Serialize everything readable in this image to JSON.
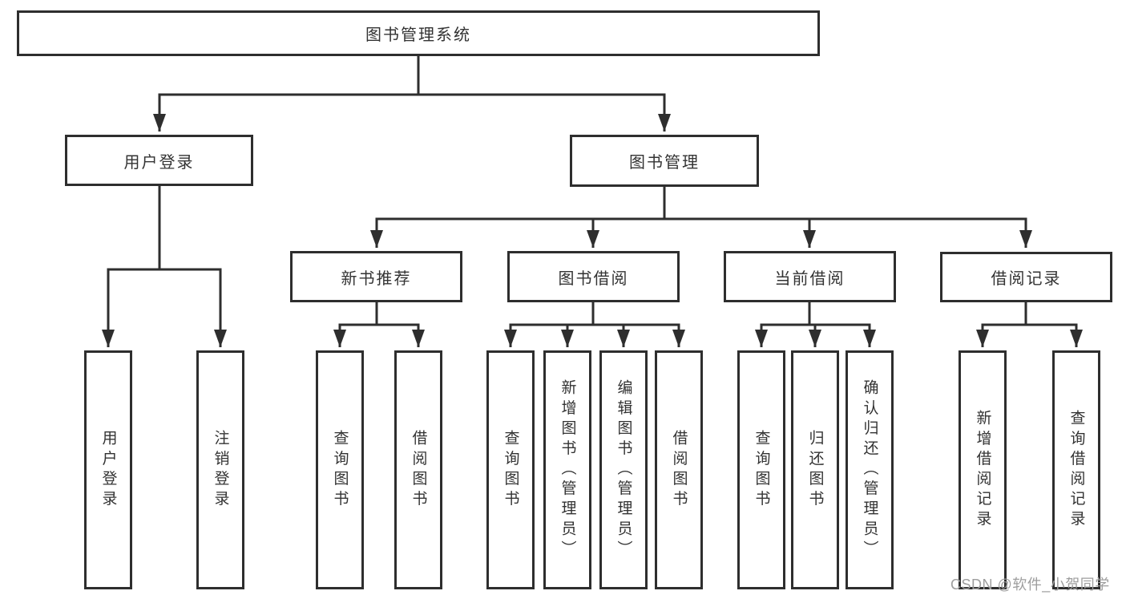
{
  "page": {
    "background": "#ffffff"
  },
  "colors": {
    "line": "#2e2e2e",
    "box_border": "#2e2e2e",
    "box_fill": "#ffffff",
    "text": "#333333",
    "watermark": "#9e9e9e"
  },
  "watermark": {
    "text": "CSDN @软件_小贺同学"
  },
  "tree": {
    "root": {
      "label": "图书管理系统",
      "children": [
        {
          "label": "用户登录",
          "children": [
            {
              "label": "用户登录"
            },
            {
              "label": "注销登录"
            }
          ]
        },
        {
          "label": "图书管理",
          "children": [
            {
              "label": "新书推荐",
              "children": [
                {
                  "label": "查询图书"
                },
                {
                  "label": "借阅图书"
                }
              ]
            },
            {
              "label": "图书借阅",
              "children": [
                {
                  "label": "查询图书"
                },
                {
                  "label": "新增图书（管理员）"
                },
                {
                  "label": "编辑图书（管理员）"
                },
                {
                  "label": "借阅图书"
                }
              ]
            },
            {
              "label": "当前借阅",
              "children": [
                {
                  "label": "查询图书"
                },
                {
                  "label": "归还图书"
                },
                {
                  "label": "确认归还（管理员）"
                }
              ]
            },
            {
              "label": "借阅记录",
              "children": [
                {
                  "label": "新增借阅记录"
                },
                {
                  "label": "查询借阅记录"
                }
              ]
            }
          ]
        }
      ]
    }
  }
}
